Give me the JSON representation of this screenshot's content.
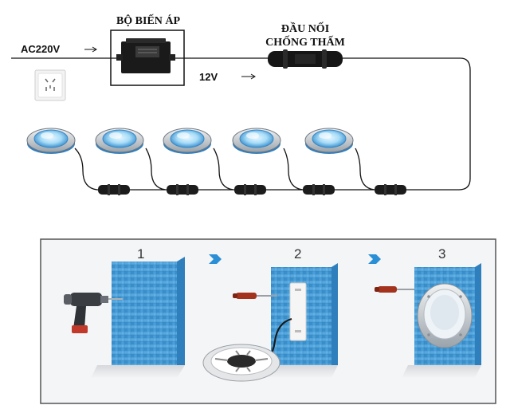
{
  "labels": {
    "transformer": "BỘ BIẾN ÁP",
    "connector_line1": "ĐẦU NỐI",
    "connector_line2": "CHỐNG THẤM",
    "input_voltage": "AC220V",
    "output_voltage": "12V"
  },
  "steps": [
    {
      "number": "1",
      "tool": "drill-icon"
    },
    {
      "number": "2",
      "tool": "screwdriver-icon"
    },
    {
      "number": "3",
      "tool": "screwdriver-icon"
    }
  ],
  "colors": {
    "wire": "#111111",
    "tile_blue": "#4a9fd8",
    "step_arrow": "#2b8fd6",
    "panel_border": "#555555",
    "panel_bg": "#f4f5f7",
    "light_blue": "#7fc6ee"
  },
  "icons": [
    "power-socket-icon",
    "transformer-icon",
    "waterproof-connector-icon",
    "pool-light-icon",
    "drill-icon",
    "screwdriver-icon",
    "mounting-bracket-icon"
  ]
}
